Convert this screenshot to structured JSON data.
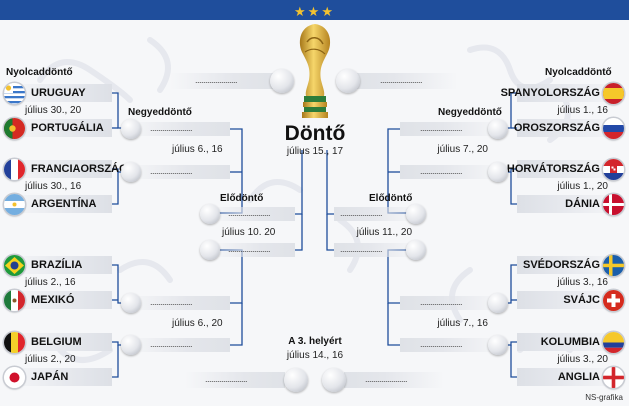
{
  "header": {
    "stars": "★★★"
  },
  "rounds": {
    "r16_left": "Nyolcaddöntő",
    "r16_right": "Nyolcaddöntő",
    "qf_left": "Negyeddöntő",
    "qf_right": "Negyeddöntő",
    "sf_left": "Elődöntő",
    "sf_right": "Elődöntő"
  },
  "left": {
    "teams": [
      "URUGUAY",
      "PORTUGÁLIA",
      "FRANCIAORSZÁG",
      "ARGENTÍNA",
      "BRAZÍLIA",
      "MEXIKÓ",
      "BELGIUM",
      "JAPÁN"
    ],
    "r16_dates": [
      "július 30., 20",
      "július 30., 16",
      "július 2., 16",
      "július 2., 20"
    ],
    "qf_dates": [
      "július 6., 16",
      "július 6., 20"
    ],
    "sf_date": "július 10. 20"
  },
  "right": {
    "teams": [
      "SPANYOLORSZÁG",
      "OROSZORSZÁG",
      "HORVÁTORSZÁG",
      "DÁNIA",
      "SVÉDORSZÁG",
      "SVÁJC",
      "KOLUMBIA",
      "ANGLIA"
    ],
    "r16_dates": [
      "július 1., 16",
      "július 1., 20",
      "július 3., 16",
      "július 3., 20"
    ],
    "qf_dates": [
      "július 7., 20",
      "július 7., 16"
    ],
    "sf_date": "július 11., 20"
  },
  "final": {
    "title": "Döntő",
    "date": "július 15., 17"
  },
  "third": {
    "title": "A 3. helyért",
    "date": "július 14., 16"
  },
  "placeholder": ".....................",
  "credit": "NS-grafika",
  "colors": {
    "header": "#1f4e9c",
    "lines": "#1f4e9c",
    "stars": "#f2c230"
  },
  "flags": {
    "left": [
      "uruguay-flag",
      "portugal-flag",
      "france-flag",
      "argentina-flag",
      "brazil-flag",
      "mexico-flag",
      "belgium-flag",
      "japan-flag"
    ],
    "right": [
      "spain-flag",
      "russia-flag",
      "croatia-flag",
      "denmark-flag",
      "sweden-flag",
      "switzerland-flag",
      "colombia-flag",
      "england-flag"
    ]
  },
  "icons": {
    "trophy": "world-cup-trophy-icon"
  }
}
